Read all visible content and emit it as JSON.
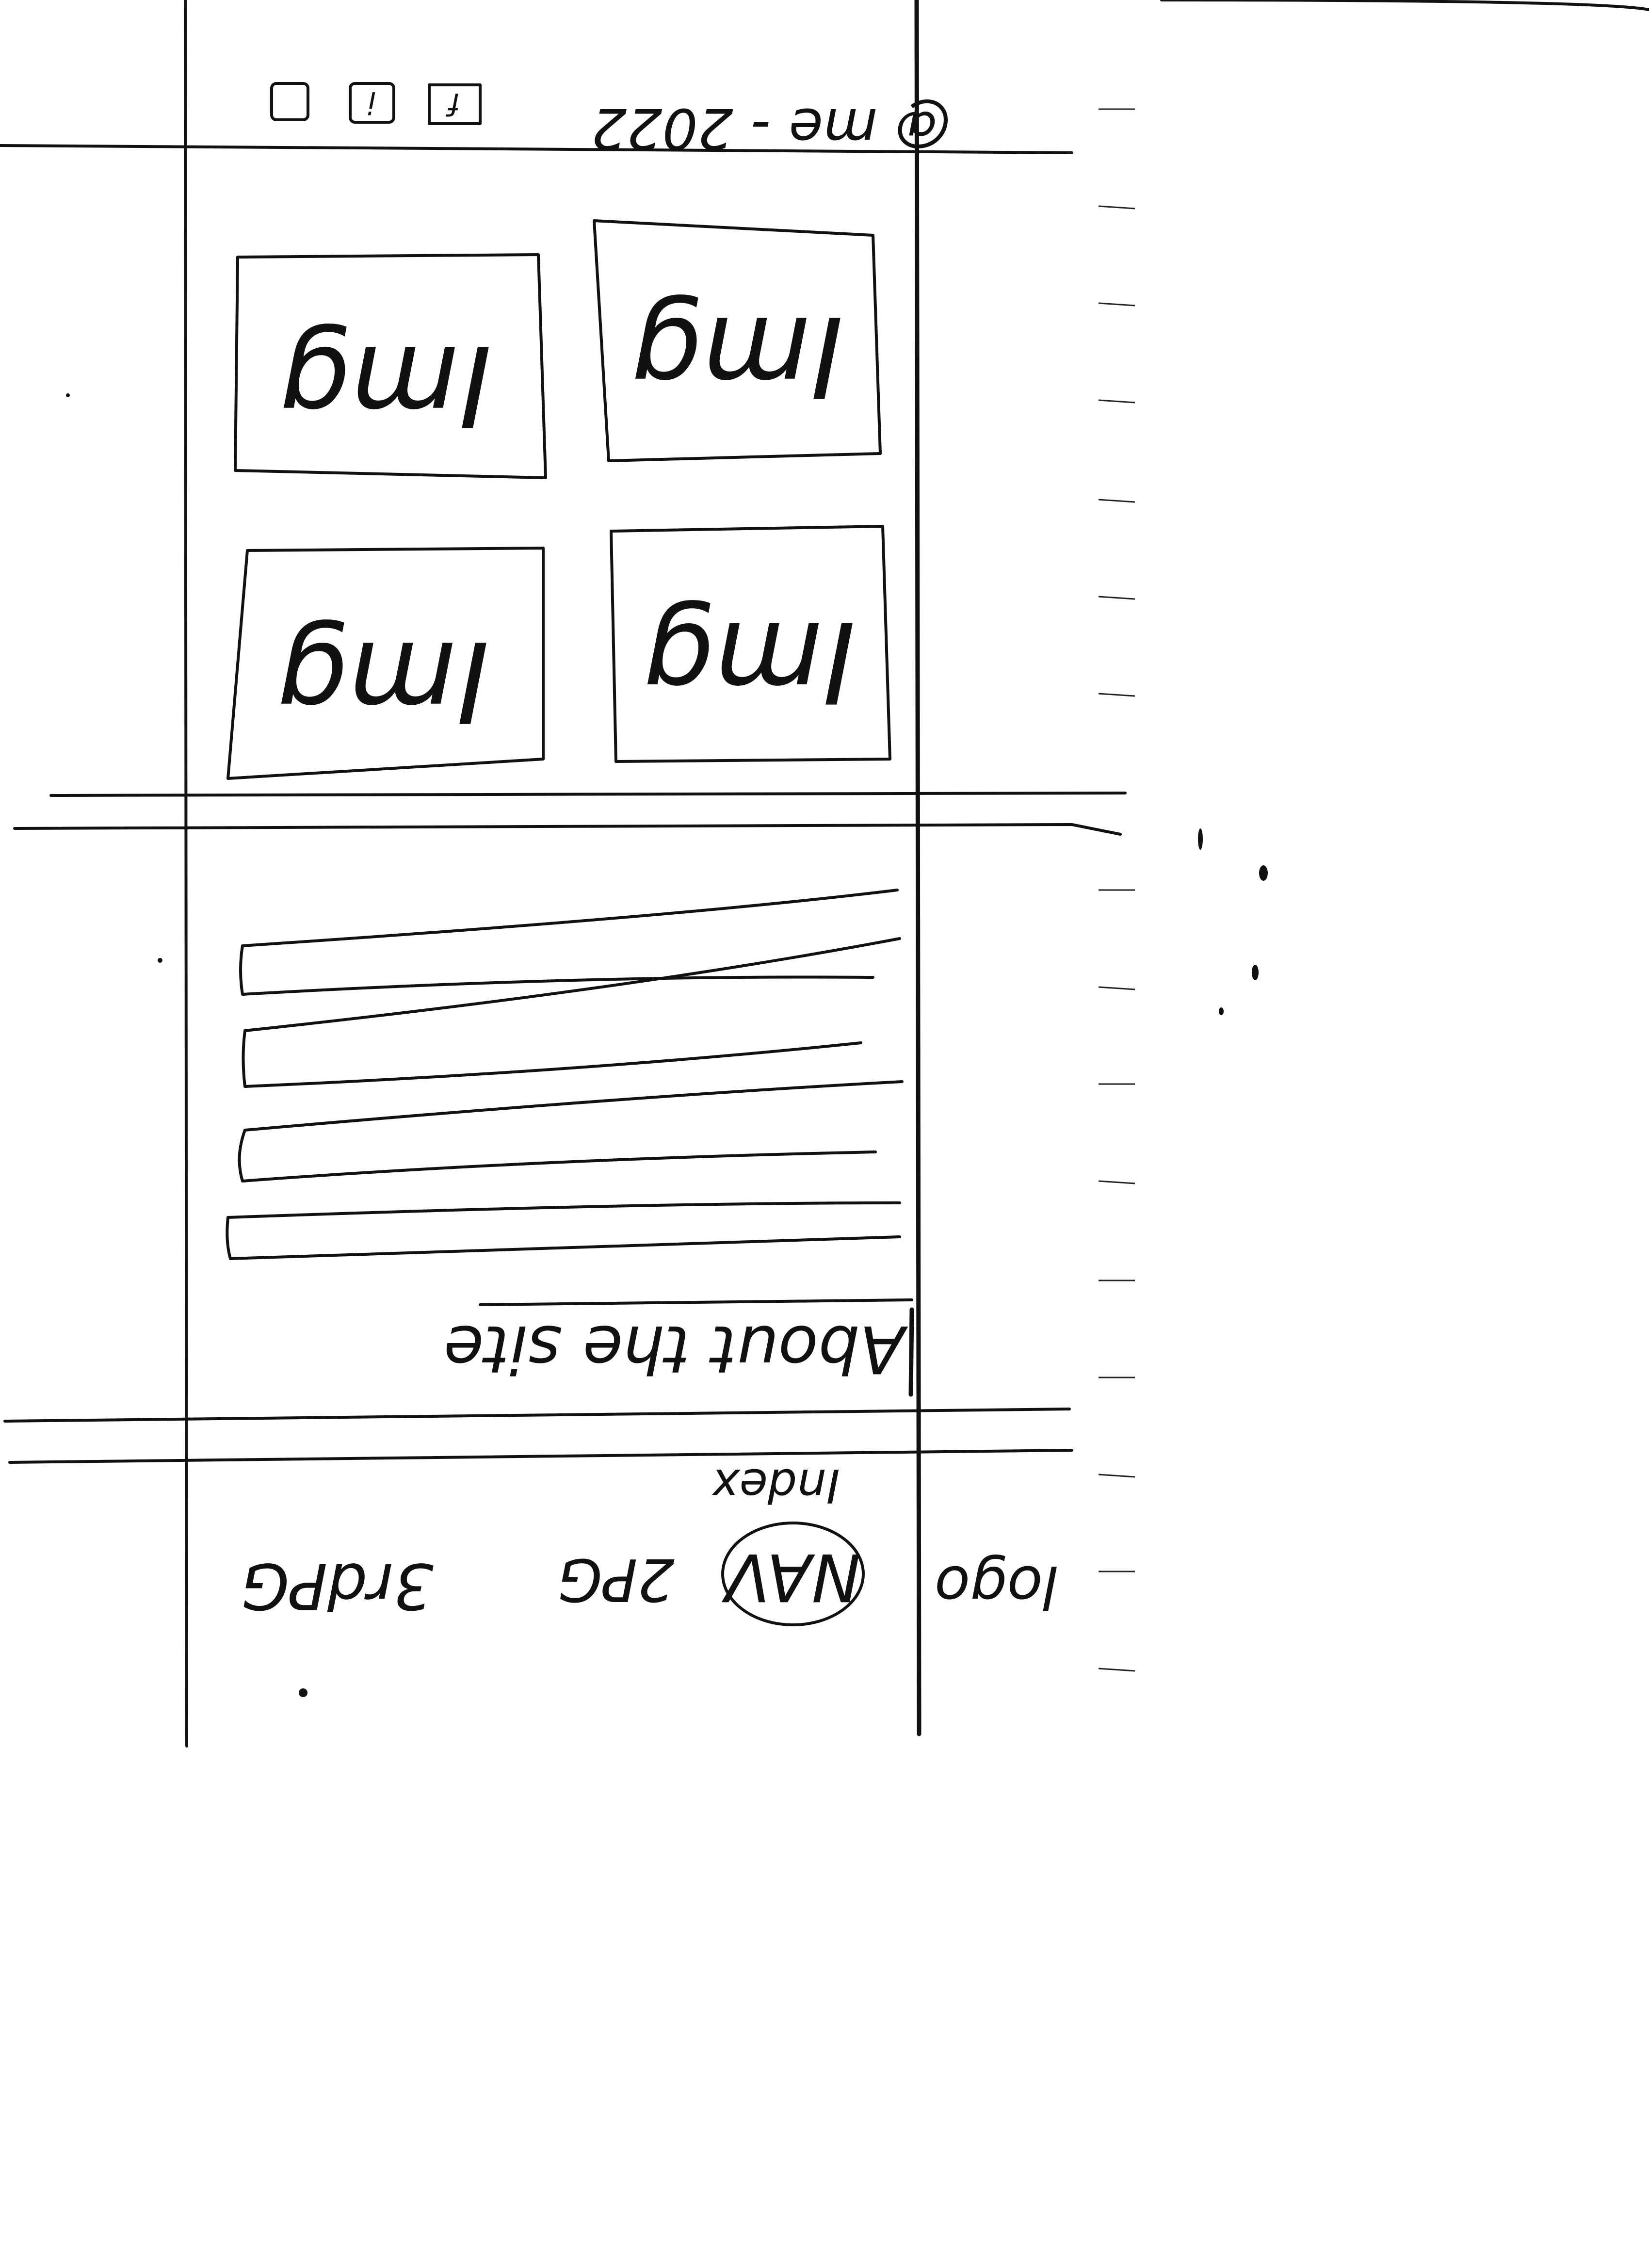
{
  "footer": {
    "copyright_text": "@ me - 2022",
    "social_icons": [
      "f",
      "i",
      "square"
    ]
  },
  "gallery": {
    "images": [
      {
        "label": "Img"
      },
      {
        "label": "Img"
      },
      {
        "label": "Img"
      },
      {
        "label": "Img"
      }
    ]
  },
  "about": {
    "heading": "About the site",
    "text_lines": 4
  },
  "header": {
    "logo": "logo",
    "nav": {
      "label": "NAV",
      "annotation": "Index",
      "items": [
        "2PG",
        "3rdPG"
      ]
    }
  },
  "sketch": {
    "orientation": "upside-down",
    "ink_color": "#111111",
    "paper_color": "#ffffff"
  }
}
